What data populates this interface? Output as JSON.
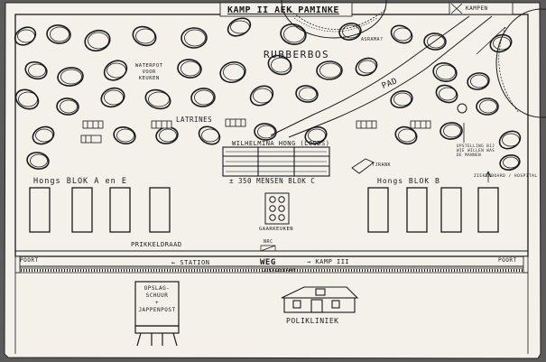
{
  "map": {
    "title": "KAMP II  AEK PAMINKE",
    "top_right_label": "KAMPEN",
    "forest_label": "RUBBERBOS",
    "asrama_label": "ASRAMA?",
    "path_label": "PAD",
    "waterpot_label": "WATERPOT\nVOOR\nKEUKEN",
    "latrines_label": "LATRINES",
    "hall_label": "WILHELMINA HONG (LOODS)",
    "hall_capacity_label": "± 350 MENSEN  BLOK C",
    "block_ae_label": "Hongs  BLOK A en E",
    "block_b_label": "Hongs  BLOK B",
    "tjrank_label": "TJRANK",
    "sick_house_label": "ZIEKENBOARD / HOSPITAL",
    "gathering_label": "OPSTELLING BIJ\nWIE WILLEN WAS\nDE MANNEN",
    "kitchen_label": "GAARKEUKEN",
    "barbed_wire_label": "PRIKKELDRAAD",
    "gate_left_label": "POORT",
    "gate_right_label": "POORT",
    "station_label": "← STATION",
    "road_label": "WEG",
    "kamp3_label": "→ KAMP III",
    "rail_label": "LOKKIEBAAN",
    "storage_label": "OPSLAG-\nSCHUUR\n+\nJAPPENPOST",
    "clinic_label": "POLIKLINIEK",
    "nrc_label": "NRC"
  },
  "colors": {
    "paper": "#f3f1ea",
    "ink": "#1a1a1a",
    "background": "#5b5b5b"
  }
}
